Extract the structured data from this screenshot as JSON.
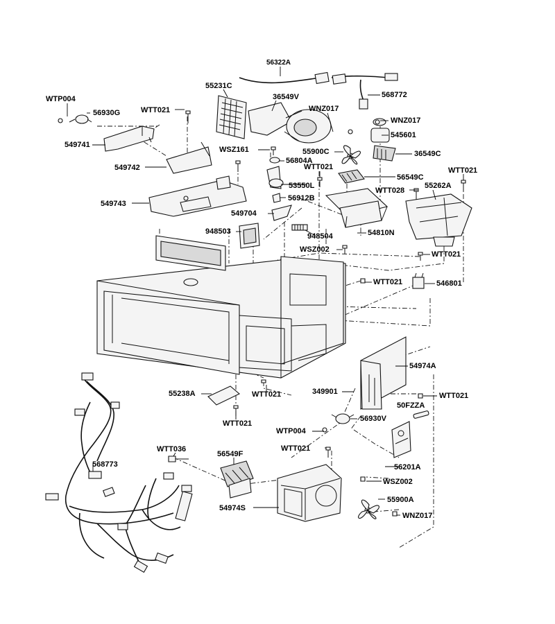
{
  "diagram": {
    "labels": {
      "p56322A": "56322A",
      "p568772": "568772",
      "p55231C": "55231C",
      "p36549V": "36549V",
      "pWNZ017a": "WNZ017",
      "pWNZ017b": "WNZ017",
      "p545601": "545601",
      "pWTP004a": "WTP004",
      "p56930G": "56930G",
      "pWTT021a": "WTT021",
      "p549741": "549741",
      "pWSZ161": "WSZ161",
      "p55900C": "55900C",
      "p36549C": "36549C",
      "p56804A": "56804A",
      "p549742": "549742",
      "pWTT021b": "WTT021",
      "pWTT021c": "WTT021",
      "p56549C": "56549C",
      "p53550L": "53550L",
      "pWTT028": "WTT028",
      "p55262A": "55262A",
      "p549743": "549743",
      "p56912B": "56912B",
      "p549704": "549704",
      "p948503": "948503",
      "p54810N": "54810N",
      "p948504": "948504",
      "pWSZ002a": "WSZ002",
      "pWTT021d": "WTT021",
      "pWTT021e": "WTT021",
      "p546801": "546801",
      "p54974A": "54974A",
      "p55238A": "55238A",
      "pWTT021f": "WTT021",
      "p349901": "349901",
      "pWTT021g": "WTT021",
      "p50FZZA": "50FZZA",
      "pWTT021h": "WTT021",
      "pWTP004b": "WTP004",
      "p56930V": "56930V",
      "pWTT021i": "WTT021",
      "pWTT036": "WTT036",
      "p56549F": "56549F",
      "p56201A": "56201A",
      "p568773": "568773",
      "pWSZ002b": "WSZ002",
      "p55900A": "55900A",
      "p54974S": "54974S",
      "pWNZ017c": "WNZ017"
    }
  }
}
